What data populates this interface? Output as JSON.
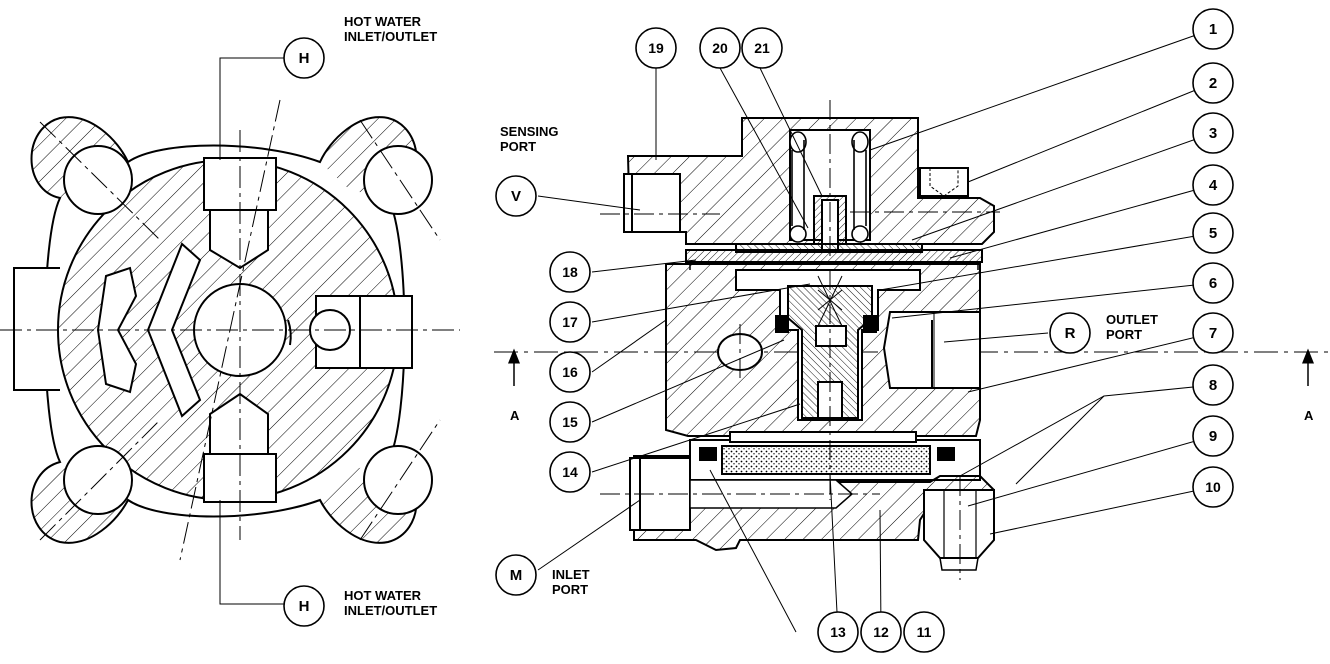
{
  "bubbles": {
    "b1": "1",
    "b2": "2",
    "b3": "3",
    "b4": "4",
    "b5": "5",
    "b6": "6",
    "b7": "7",
    "b8": "8",
    "b9": "9",
    "b10": "10",
    "b11": "11",
    "b12": "12",
    "b13": "13",
    "b14": "14",
    "b15": "15",
    "b16": "16",
    "b17": "17",
    "b18": "18",
    "b19": "19",
    "b20": "20",
    "b21": "21",
    "H_top": "H",
    "H_bottom": "H",
    "V": "V",
    "R": "R",
    "M": "M"
  },
  "labels": {
    "hot_water_top": [
      "HOT WATER",
      "INLET/OUTLET"
    ],
    "hot_water_bottom": [
      "HOT WATER",
      "INLET/OUTLET"
    ],
    "sensing_port": [
      "SENSING",
      "PORT"
    ],
    "outlet_port": [
      "OUTLET",
      "PORT"
    ],
    "inlet_port": [
      "INLET",
      "PORT"
    ],
    "section_left": "A",
    "section_right": "A"
  }
}
